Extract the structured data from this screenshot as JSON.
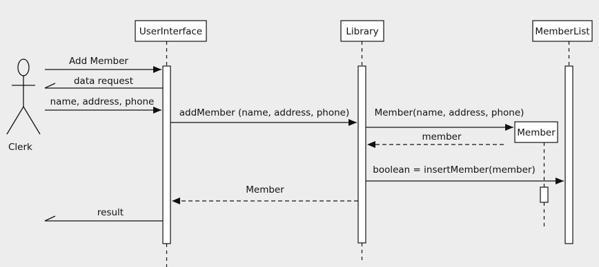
{
  "diagram": {
    "type": "sequence",
    "actor": {
      "name": "Clerk"
    },
    "lifelines": [
      {
        "id": "ui",
        "name": "UserInterface"
      },
      {
        "id": "lib",
        "name": "Library"
      },
      {
        "id": "ml",
        "name": "MemberList"
      },
      {
        "id": "mem",
        "name": "Member",
        "created": true
      }
    ],
    "messages": [
      {
        "id": "m1",
        "from": "Clerk",
        "to": "UserInterface",
        "label": "Add Member",
        "kind": "sync"
      },
      {
        "id": "m2",
        "from": "UserInterface",
        "to": "Clerk",
        "label": "data request",
        "kind": "async"
      },
      {
        "id": "m3",
        "from": "Clerk",
        "to": "UserInterface",
        "label": "name, address, phone",
        "kind": "sync"
      },
      {
        "id": "m4",
        "from": "UserInterface",
        "to": "Library",
        "label": "addMember (name, address, phone)",
        "kind": "sync"
      },
      {
        "id": "m5",
        "from": "Library",
        "to": "Member",
        "label": "Member(name, address, phone)",
        "kind": "create"
      },
      {
        "id": "m6",
        "from": "Member",
        "to": "Library",
        "label": "member",
        "kind": "return"
      },
      {
        "id": "m7",
        "from": "Library",
        "to": "MemberList",
        "label": "boolean = insertMember(member)",
        "kind": "sync"
      },
      {
        "id": "m8",
        "from": "Library",
        "to": "UserInterface",
        "label": "Member",
        "kind": "return"
      },
      {
        "id": "m9",
        "from": "UserInterface",
        "to": "Clerk",
        "label": "result",
        "kind": "async"
      }
    ]
  }
}
